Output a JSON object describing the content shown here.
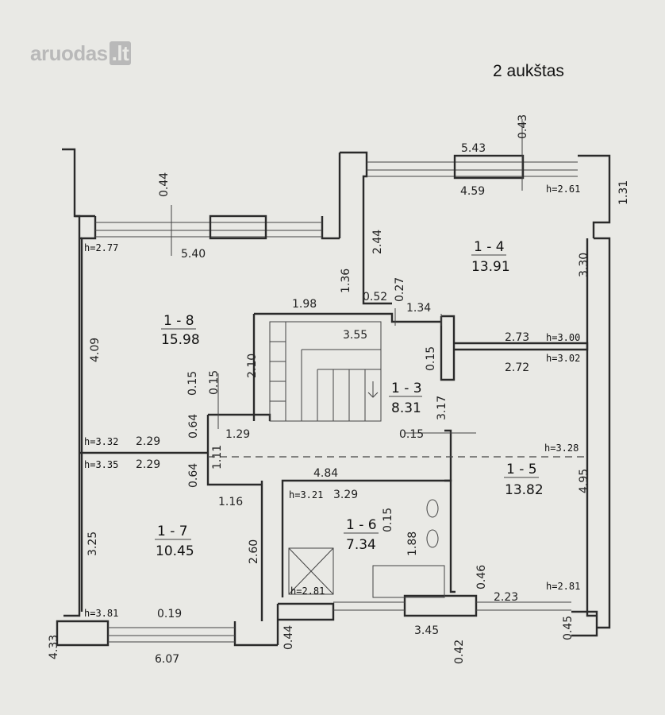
{
  "logo": {
    "name": "aruodas",
    "tld": ".lt"
  },
  "floor_title": "2 aukštas",
  "rooms": [
    {
      "id": "1 - 8",
      "area": "15.98"
    },
    {
      "id": "1 - 4",
      "area": "13.91"
    },
    {
      "id": "1 - 3",
      "area": "8.31"
    },
    {
      "id": "1 - 5",
      "area": "13.82"
    },
    {
      "id": "1 - 6",
      "area": "7.34"
    },
    {
      "id": "1 - 7",
      "area": "10.45"
    }
  ],
  "heights": [
    "h=2.77",
    "h=2.61",
    "h=3.00",
    "h=3.02",
    "h=3.32",
    "h=3.35",
    "h=3.28",
    "h=3.21",
    "h=2.81",
    "h=3.81",
    "h=2.81"
  ],
  "dimensions": [
    "5.43",
    "0.43",
    "4.59",
    "1.31",
    "0.44",
    "5.40",
    "2.44",
    "3.30",
    "1.36",
    "0.52",
    "0.27",
    "1.98",
    "1.34",
    "3.55",
    "4.09",
    "2.10",
    "0.15",
    "2.73",
    "2.72",
    "0.15",
    "3.17",
    "0.15",
    "2.29",
    "0.64",
    "1.29",
    "2.29",
    "1.11",
    "0.64",
    "0.15",
    "4.95",
    "4.84",
    "1.16",
    "3.29",
    "0.15",
    "3.25",
    "2.60",
    "2.23",
    "0.19",
    "1.88",
    "3.45",
    "0.46",
    "6.07",
    "0.44",
    "4.33",
    "0.42",
    "0.45"
  ]
}
